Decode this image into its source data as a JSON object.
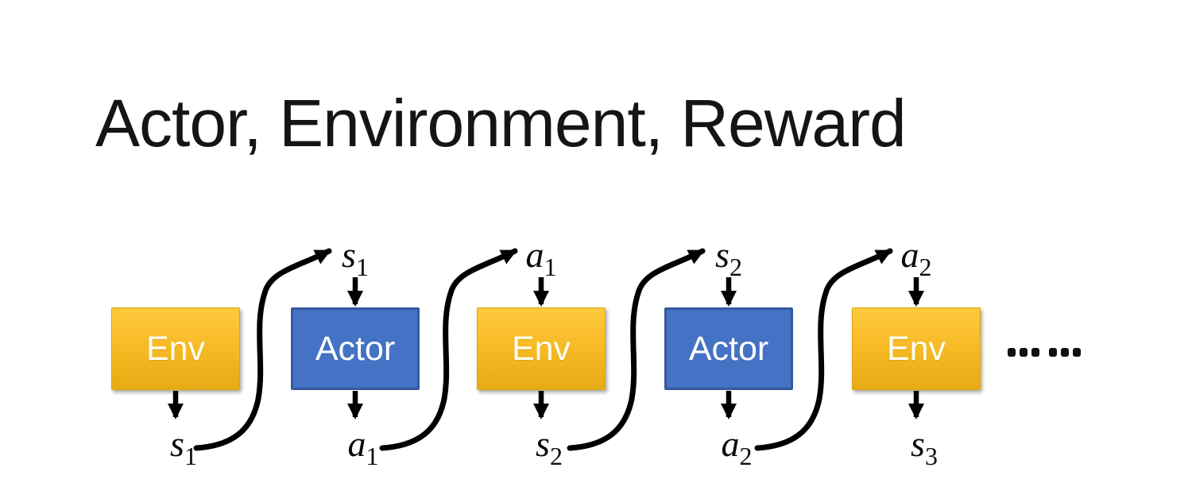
{
  "title": "Actor, Environment, Reward",
  "diagram": {
    "boxes": [
      {
        "label": "Env",
        "type": "env"
      },
      {
        "label": "Actor",
        "type": "actor"
      },
      {
        "label": "Env",
        "type": "env"
      },
      {
        "label": "Actor",
        "type": "actor"
      },
      {
        "label": "Env",
        "type": "env"
      }
    ],
    "top_labels": [
      {
        "var": "s",
        "sub": "1"
      },
      {
        "var": "a",
        "sub": "1"
      },
      {
        "var": "s",
        "sub": "2"
      },
      {
        "var": "a",
        "sub": "2"
      }
    ],
    "bottom_labels": [
      {
        "var": "s",
        "sub": "1"
      },
      {
        "var": "a",
        "sub": "1"
      },
      {
        "var": "s",
        "sub": "2"
      },
      {
        "var": "a",
        "sub": "2"
      },
      {
        "var": "s",
        "sub": "3"
      }
    ],
    "ellipsis": "……"
  },
  "colors": {
    "env_fill_top": "#FFC93E",
    "env_fill_bottom": "#E5AB14",
    "env_border": "#DCA410",
    "actor_fill": "#4472C4",
    "actor_border": "#35599F",
    "arrow": "#000000",
    "text": "#151515",
    "background": "#FFFFFF"
  }
}
